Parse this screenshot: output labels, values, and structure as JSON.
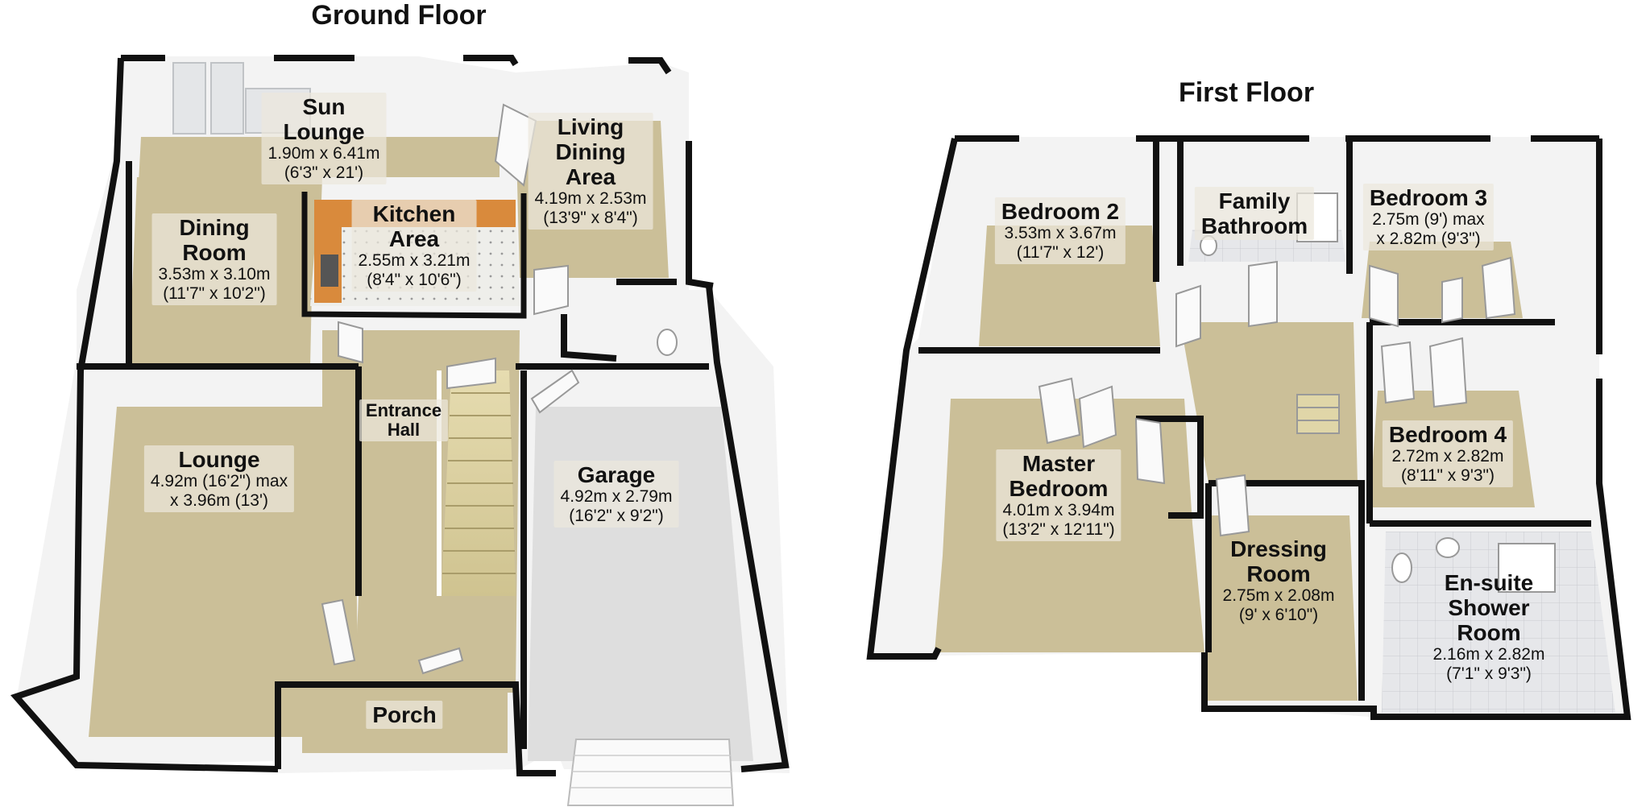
{
  "floors": {
    "ground": {
      "title": "Ground Floor",
      "rooms": {
        "sun_lounge": {
          "name_line1": "Sun",
          "name_line2": "Lounge",
          "dim_metric": "1.90m x 6.41m",
          "dim_imperial": "(6'3\" x 21')"
        },
        "living_dining": {
          "name_line1": "Living",
          "name_line2": "Dining",
          "name_line3": "Area",
          "dim_metric": "4.19m x 2.53m",
          "dim_imperial": "(13'9\" x 8'4\")"
        },
        "kitchen": {
          "name_line1": "Kitchen",
          "name_line2": "Area",
          "dim_metric": "2.55m x 3.21m",
          "dim_imperial": "(8'4\" x 10'6\")"
        },
        "dining_room": {
          "name_line1": "Dining",
          "name_line2": "Room",
          "dim_metric": "3.53m x 3.10m",
          "dim_imperial": "(11'7\" x 10'2\")"
        },
        "entrance_hall": {
          "name_line1": "Entrance",
          "name_line2": "Hall"
        },
        "lounge": {
          "name": "Lounge",
          "dim_line1": "4.92m (16'2\") max",
          "dim_line2": "x 3.96m (13')"
        },
        "garage": {
          "name": "Garage",
          "dim_metric": "4.92m x 2.79m",
          "dim_imperial": "(16'2\" x 9'2\")"
        },
        "porch": {
          "name": "Porch"
        }
      }
    },
    "first": {
      "title": "First Floor",
      "rooms": {
        "bedroom2": {
          "name": "Bedroom 2",
          "dim_metric": "3.53m x 3.67m",
          "dim_imperial": "(11'7\" x 12')"
        },
        "family_bathroom": {
          "name_line1": "Family",
          "name_line2": "Bathroom"
        },
        "bedroom3": {
          "name": "Bedroom 3",
          "dim_line1": "2.75m (9') max",
          "dim_line2": "x 2.82m (9'3\")"
        },
        "master_bedroom": {
          "name_line1": "Master",
          "name_line2": "Bedroom",
          "dim_metric": "4.01m x 3.94m",
          "dim_imperial": "(13'2\" x 12'11\")"
        },
        "bedroom4": {
          "name": "Bedroom 4",
          "dim_metric": "2.72m x 2.82m",
          "dim_imperial": "(8'11\" x 9'3\")"
        },
        "dressing_room": {
          "name_line1": "Dressing",
          "name_line2": "Room",
          "dim_metric": "2.75m x 2.08m",
          "dim_imperial": "(9' x 6'10\")"
        },
        "ensuite": {
          "name_line1": "En-suite",
          "name_line2": "Shower",
          "name_line3": "Room",
          "dim_metric": "2.16m x 2.82m",
          "dim_imperial": "(7'1\" x 9'3\")"
        }
      }
    }
  },
  "colors": {
    "wall": "#111111",
    "wall_face": "#f2f2f2",
    "carpet": "#cbbf98",
    "garage_floor": "#dedede",
    "wet_floor": "#e8e8ea",
    "kitchen_floor": "#f2f2ee",
    "counter": "#d98a3c",
    "stairs": "#d9cfa3"
  }
}
